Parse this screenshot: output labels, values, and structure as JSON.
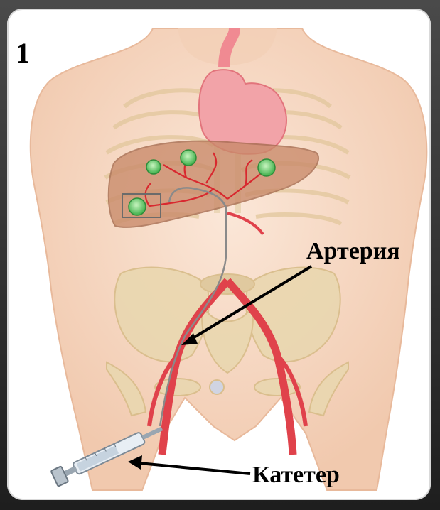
{
  "step_number": "1",
  "labels": {
    "artery": "Артерия",
    "catheter": "Катетер"
  },
  "colors": {
    "skin": "#f7d9c4",
    "artery": "#e8474f",
    "bone": "#ead7b0",
    "liver": "#c98a6a",
    "tumor": "#7ad07a"
  }
}
